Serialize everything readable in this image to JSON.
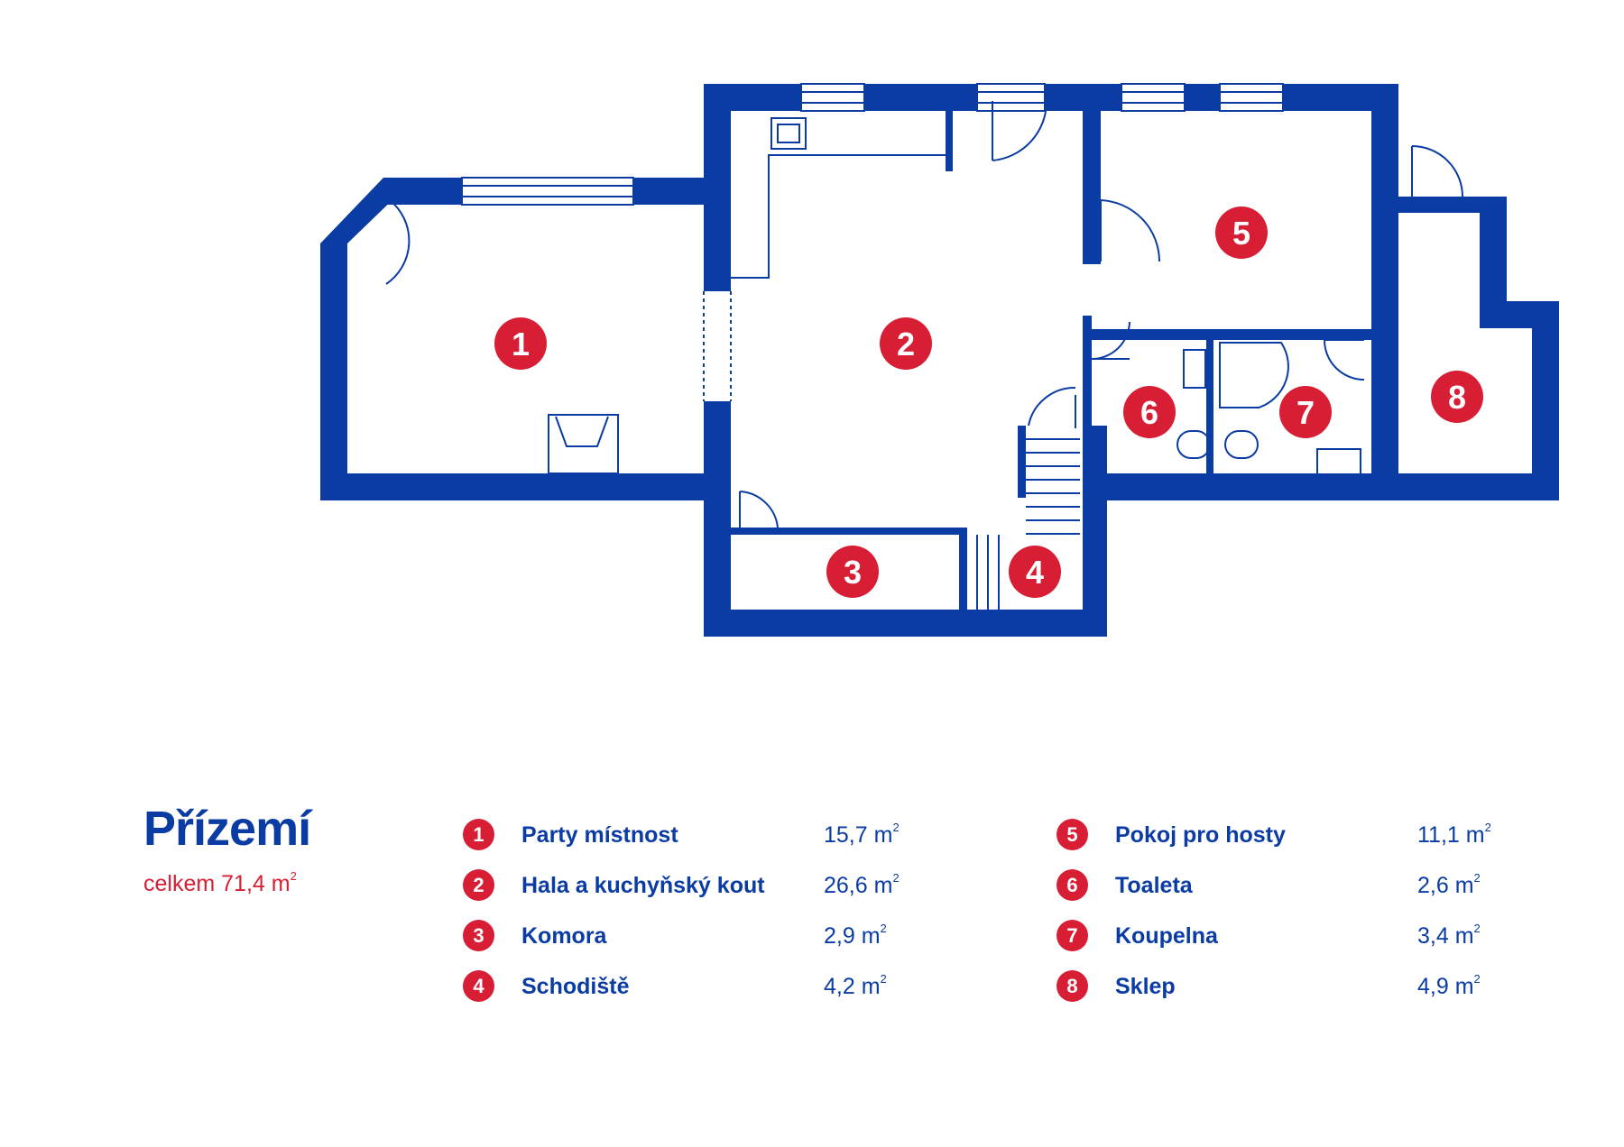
{
  "floor": {
    "title": "Přízemí",
    "total_prefix": "celkem 71,4 m",
    "total_unit_sup": "2"
  },
  "rooms": [
    {
      "number": "1",
      "name": "Party místnost",
      "area": "15,7 m",
      "unit_sup": "2"
    },
    {
      "number": "2",
      "name": "Hala a kuchyňský kout",
      "area": "26,6 m",
      "unit_sup": "2"
    },
    {
      "number": "3",
      "name": "Komora",
      "area": "2,9 m",
      "unit_sup": "2"
    },
    {
      "number": "4",
      "name": "Schodiště",
      "area": "4,2 m",
      "unit_sup": "2"
    },
    {
      "number": "5",
      "name": "Pokoj pro hosty",
      "area": "11,1 m",
      "unit_sup": "2"
    },
    {
      "number": "6",
      "name": "Toaleta",
      "area": "2,6 m",
      "unit_sup": "2"
    },
    {
      "number": "7",
      "name": "Koupelna",
      "area": "3,4 m",
      "unit_sup": "2"
    },
    {
      "number": "8",
      "name": "Sklep",
      "area": "4,9 m",
      "unit_sup": "2"
    }
  ],
  "colors": {
    "wall": "#0a3ca3",
    "marker": "#d71e34",
    "background": "#ffffff"
  }
}
